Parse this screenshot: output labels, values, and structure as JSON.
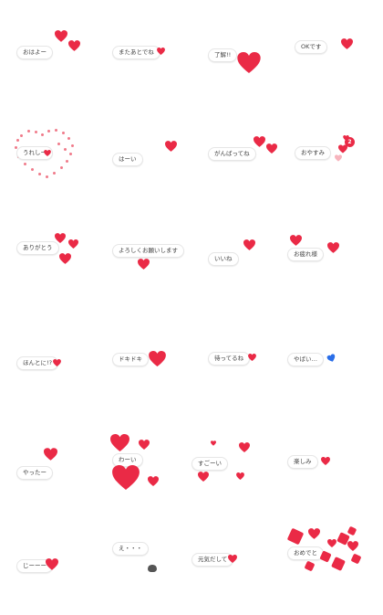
{
  "colors": {
    "heart": "#ea2a46",
    "heart_blue": "#2a6ee8",
    "bubble_border": "#e6e6e6"
  },
  "icon": "heart-icon",
  "stickers": [
    {
      "label": "おはよー"
    },
    {
      "label": "またあとでね"
    },
    {
      "label": "了解!!"
    },
    {
      "label": "OKです"
    },
    {
      "label": "うれしー"
    },
    {
      "label": "はーい"
    },
    {
      "label": "がんばってね"
    },
    {
      "label": "おやすみ",
      "badge": "2"
    },
    {
      "label": "ありがとう"
    },
    {
      "label": "よろしくお願いします"
    },
    {
      "label": "いいね"
    },
    {
      "label": "お疲れ様"
    },
    {
      "label": "ほんとに!?"
    },
    {
      "label": "ドキドキ"
    },
    {
      "label": "待ってるね"
    },
    {
      "label": "やばい…"
    },
    {
      "label": "やったー"
    },
    {
      "label": "わーい"
    },
    {
      "label": "すごーい"
    },
    {
      "label": "楽しみ"
    },
    {
      "label": "じーーー"
    },
    {
      "label": "え・・・"
    },
    {
      "label": "元気だして"
    },
    {
      "label": "おめでと"
    }
  ]
}
